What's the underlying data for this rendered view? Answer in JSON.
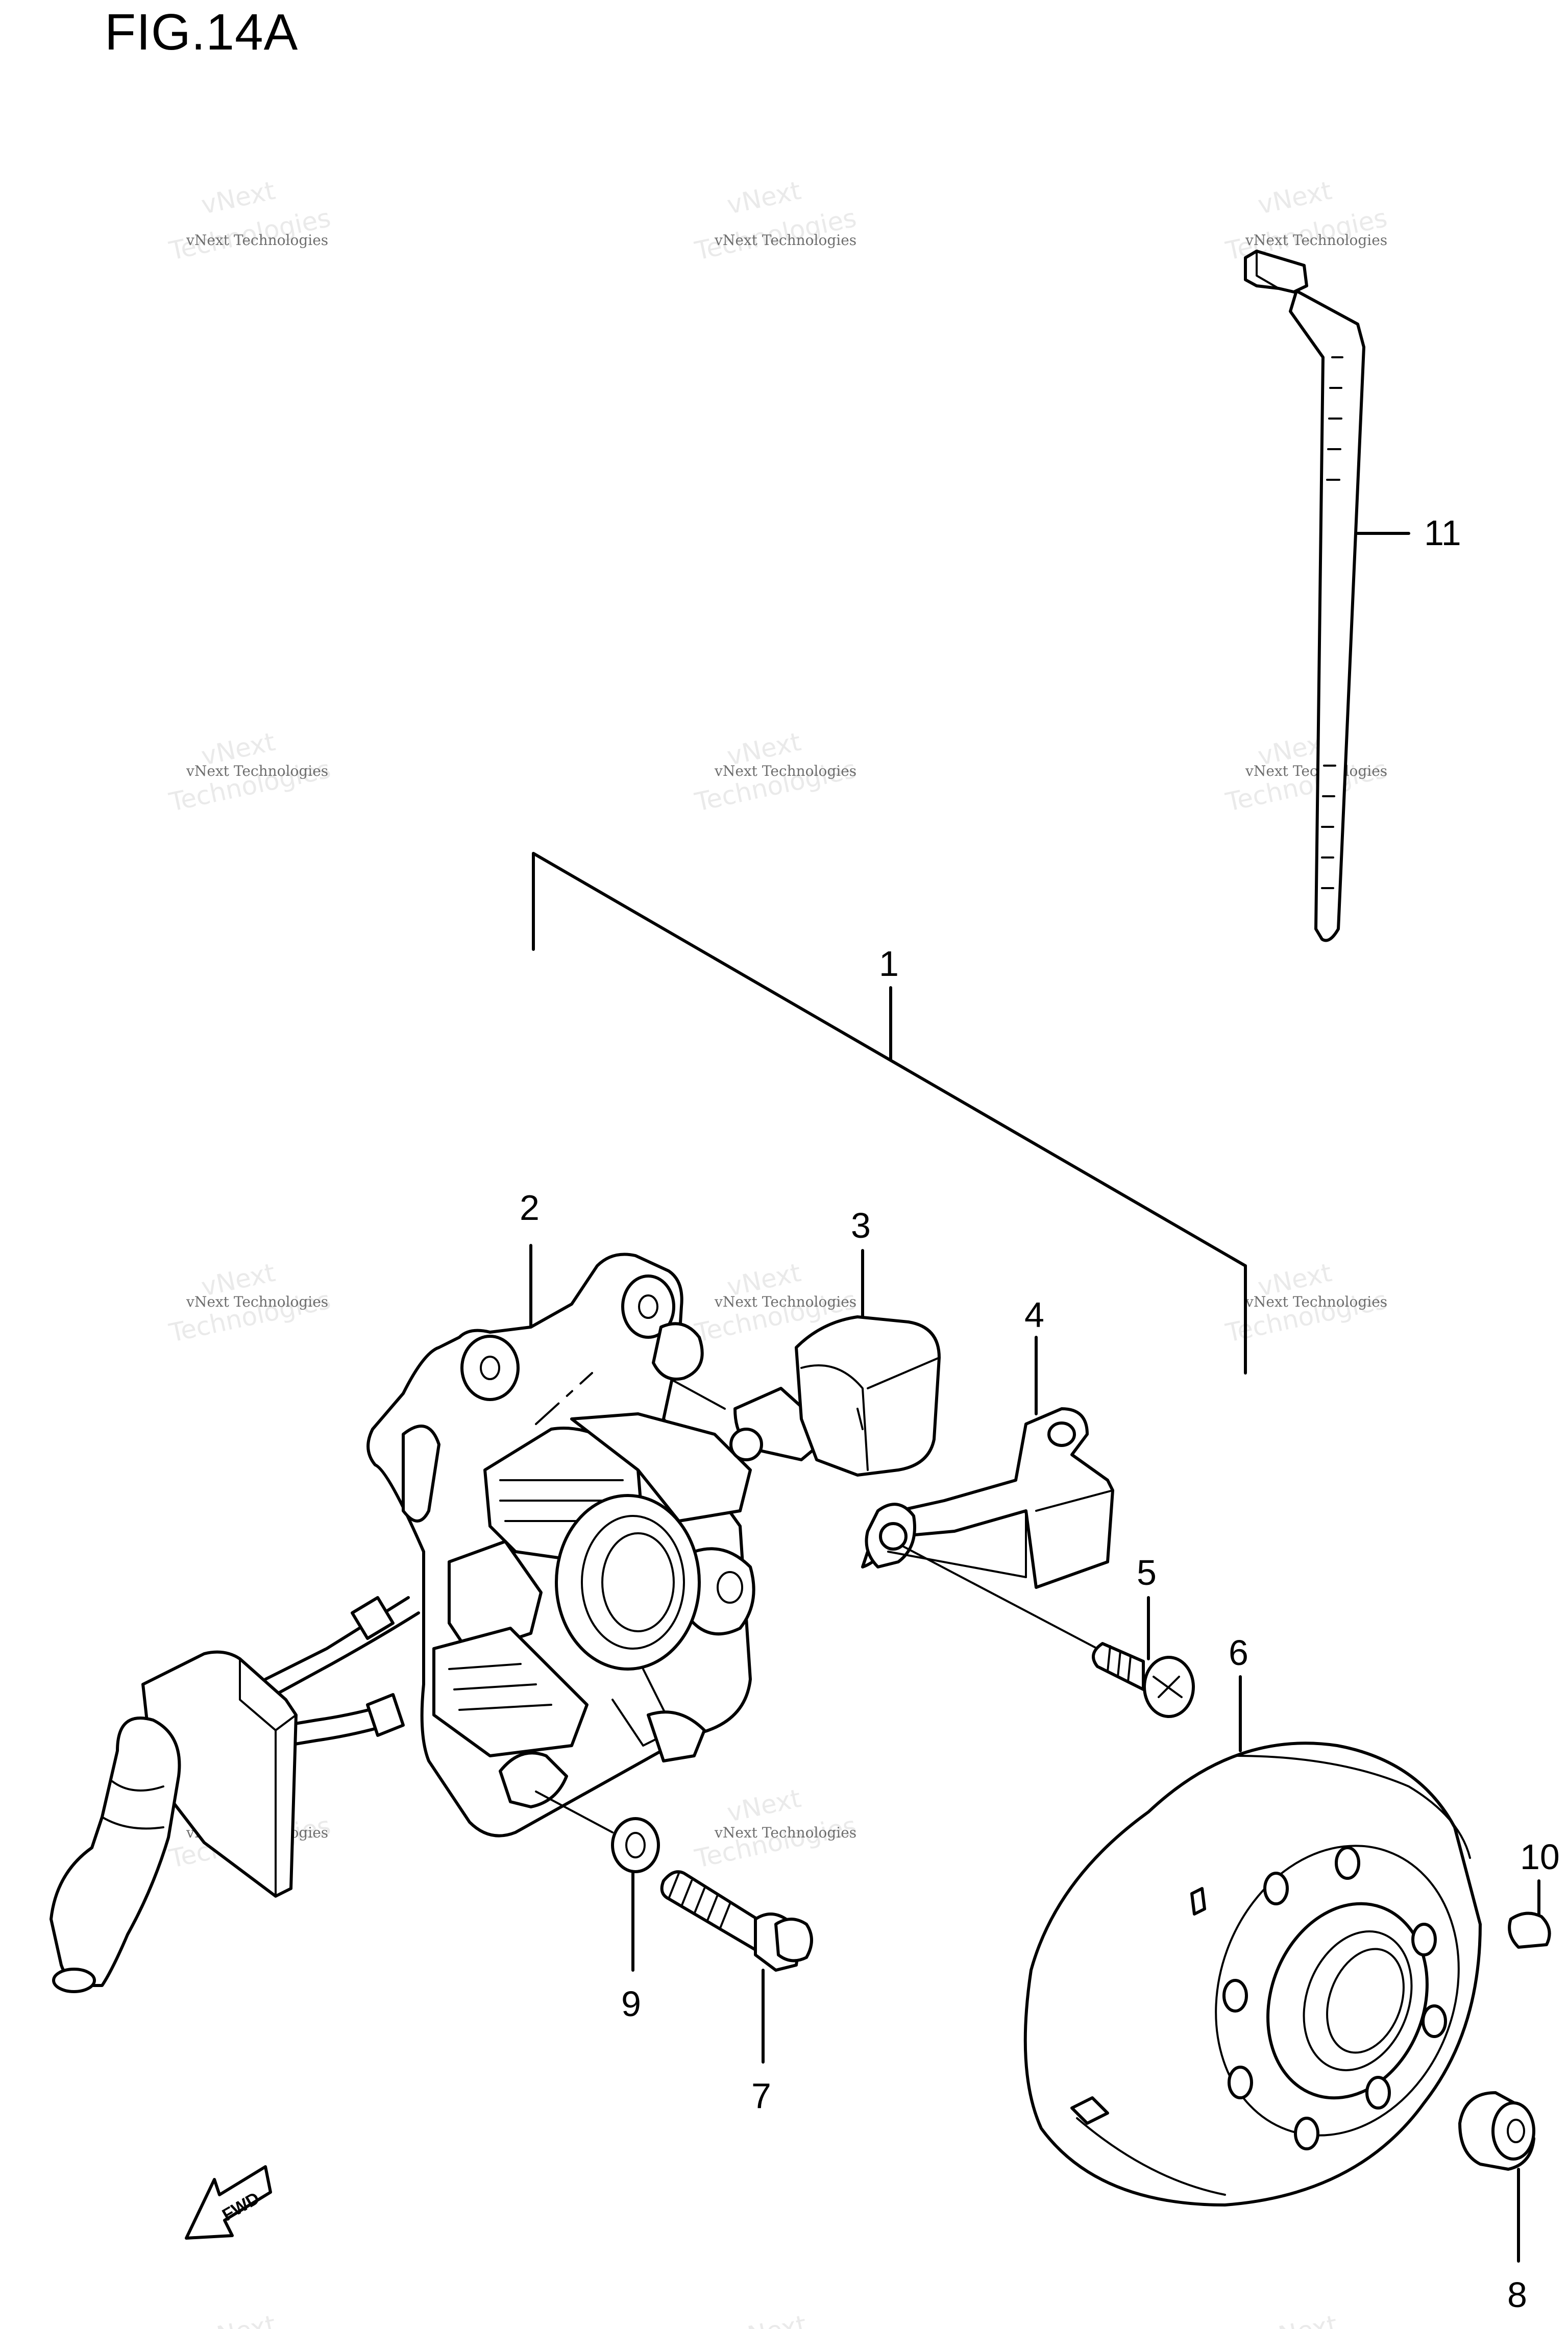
{
  "figure": {
    "title": "FIG.14A"
  },
  "callouts": {
    "p1": "1",
    "p2": "2",
    "p3": "3",
    "p4": "4",
    "p5": "5",
    "p6": "6",
    "p7": "7",
    "p8": "8",
    "p9": "9",
    "p10": "10",
    "p11": "11"
  },
  "fwd_arrow": {
    "label": "FWD"
  },
  "watermark": {
    "line_small": "vNext Technologies",
    "line_big_1": "vNext",
    "line_big_2": "Technologies"
  }
}
